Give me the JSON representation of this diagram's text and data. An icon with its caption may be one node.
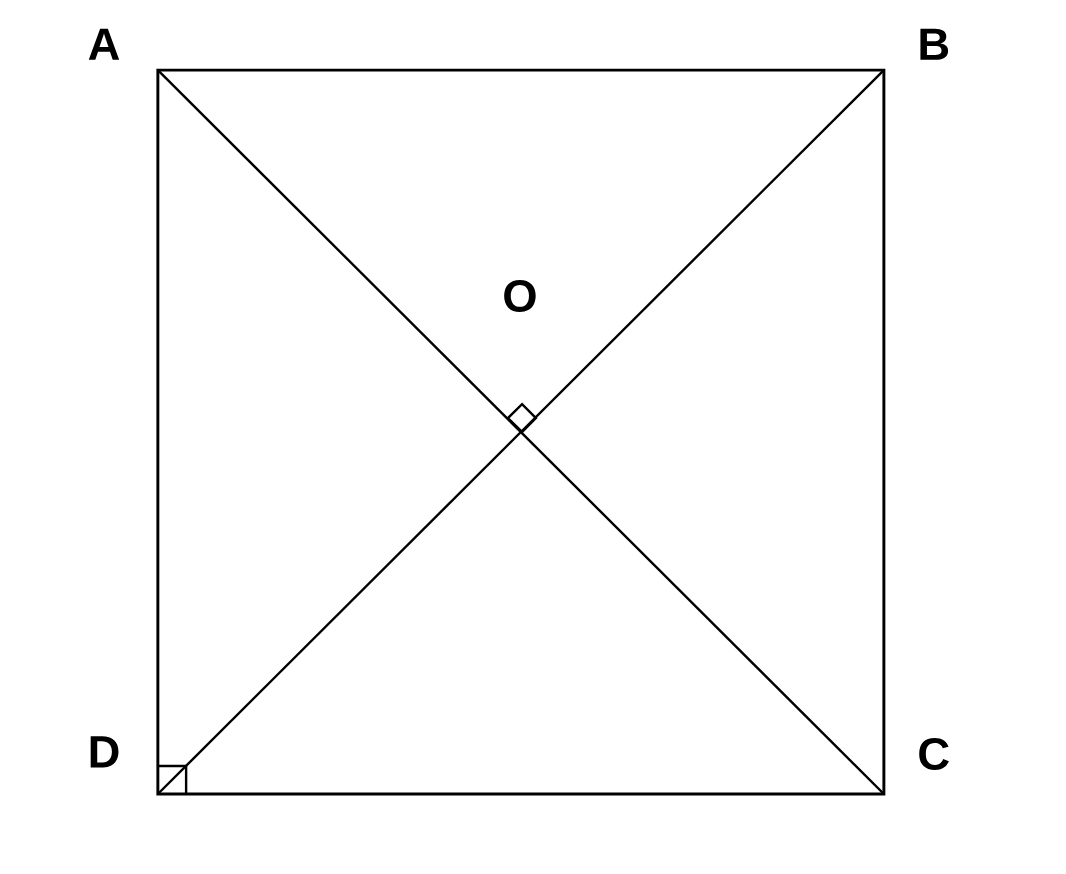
{
  "diagram": {
    "labels": [
      "A",
      "B",
      "O",
      "D",
      "C"
    ]
  }
}
